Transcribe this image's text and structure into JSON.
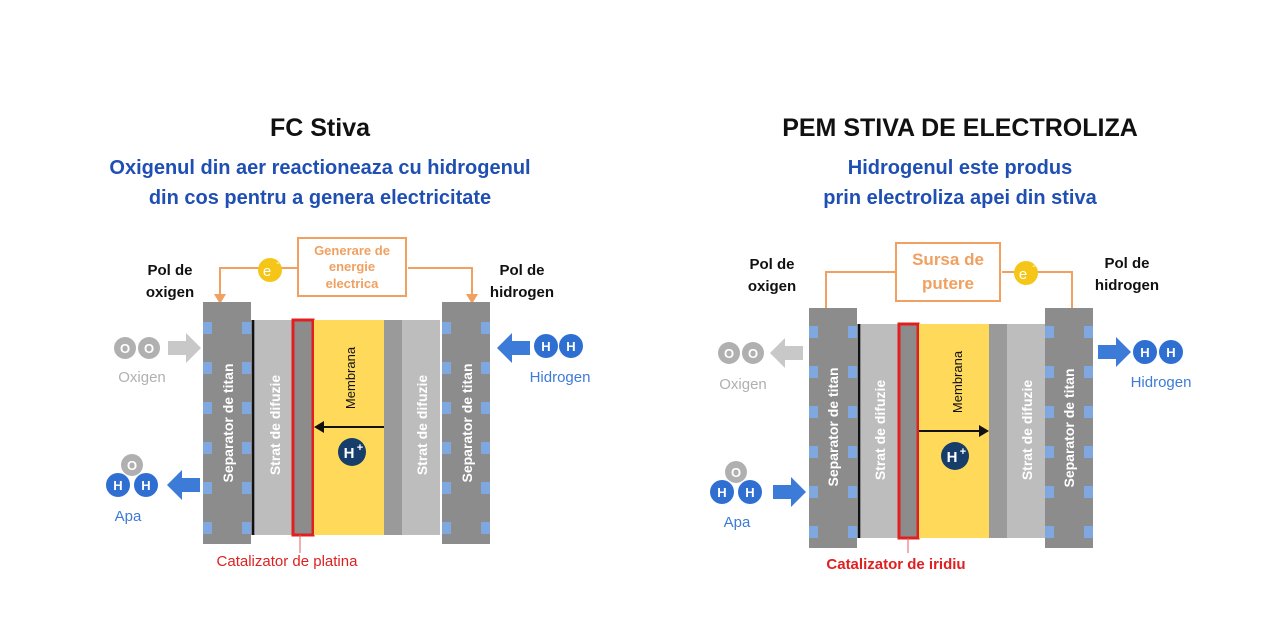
{
  "fc": {
    "title": "FC Stiva",
    "subtitle_line1": "Oxigenul din aer reactioneaza cu hidrogenul",
    "subtitle_line2": "din cos pentru a genera electricitate",
    "pole_left_1": "Pol de",
    "pole_left_2": "oxigen",
    "pole_right_1": "Pol de",
    "pole_right_2": "hidrogen",
    "box_line1": "Generare de",
    "box_line2": "energie",
    "box_line3": "electrica",
    "electron": "e",
    "electron_sup": "-",
    "oxygen_label": "Oxigen",
    "hydrogen_label": "Hidrogen",
    "water_label": "Apa",
    "sep_left": "Separator de titan",
    "diff_left": "Strat de difuzie",
    "membrane": "Membrana",
    "diff_right": "Strat de difuzie",
    "sep_right": "Separator de titan",
    "proton": "H",
    "proton_sup": "+",
    "catalyst": "Catalizator de platina",
    "atom_o": "O",
    "atom_h": "H"
  },
  "pem": {
    "title": "PEM STIVA DE ELECTROLIZA",
    "subtitle_line1": "Hidrogenul este produs",
    "subtitle_line2": "prin electroliza apei din stiva",
    "pole_left_1": "Pol de",
    "pole_left_2": "oxigen",
    "pole_right_1": "Pol de",
    "pole_right_2": "hidrogen",
    "box_line1": "Sursa de",
    "box_line2": "putere",
    "electron": "e",
    "electron_sup": "-",
    "oxygen_label": "Oxigen",
    "hydrogen_label": "Hidrogen",
    "water_label": "Apa",
    "sep_left": "Separator de titan",
    "diff_left": "Strat de difuzie",
    "membrane": "Membrana",
    "diff_right": "Strat de difuzie",
    "sep_right": "Separator de titan",
    "proton": "H",
    "proton_sup": "+",
    "catalyst": "Catalizator de iridiu",
    "atom_o": "O",
    "atom_h": "H"
  },
  "colors": {
    "title": "#111111",
    "subtitle": "#1f4fb3",
    "orange": "#f0a060",
    "electron": "#f5c518",
    "separator": "#8c8c8c",
    "separator_dots": "#7fa8e0",
    "diffusion": "#bdbdbd",
    "membrane": "#ffd95a",
    "catalyst_border": "#e02020",
    "proton": "#173d6b",
    "hydrogen": "#2f6fd1",
    "oxygen": "#b0b0b0",
    "arrow_blue": "#3d7bd8",
    "arrow_grey": "#c8c8c8"
  }
}
